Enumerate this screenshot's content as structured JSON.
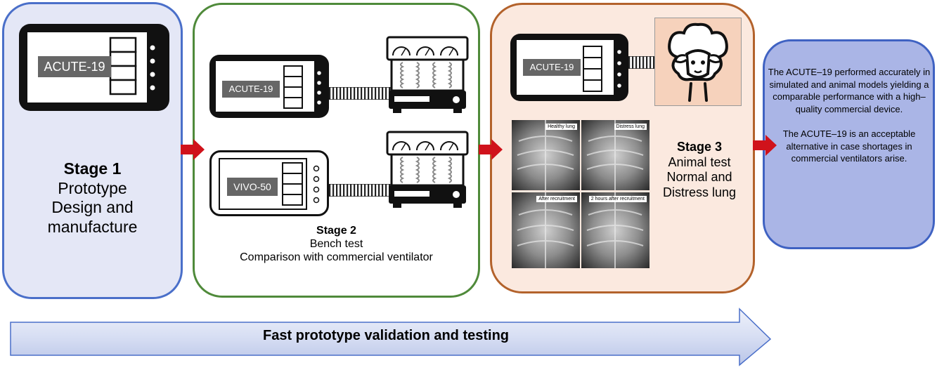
{
  "stage1": {
    "device_label": "ACUTE-19",
    "title": "Stage 1",
    "line1": "Prototype",
    "line2": "Design and",
    "line3": "manufacture"
  },
  "stage2": {
    "device_top_label": "ACUTE-19",
    "device_bottom_label": "VIVO-50",
    "title": "Stage 2",
    "line1": "Bench test",
    "line2": "Comparison with commercial ventilator"
  },
  "stage3": {
    "device_label": "ACUTE-19",
    "title": "Stage 3",
    "line1": "Animal test",
    "line2": "Normal and",
    "line3": "Distress lung",
    "xrays": [
      "Healthy lung",
      "Distress lung",
      "After recruitment",
      "2 hours after recruitment"
    ]
  },
  "conclusion": {
    "paragraph1": "The ACUTE–19 performed accurately in simulated and animal models yielding a comparable performance with a high–quality commercial device.",
    "paragraph2": "The ACUTE–19 is an acceptable alternative in case shortages in commercial ventilators arise."
  },
  "bottom_arrow": {
    "label": "Fast prototype validation and testing"
  },
  "colors": {
    "stage1_fill": "#e4e7f6",
    "stage1_border": "#4a6fc9",
    "stage2_border": "#4f8a3a",
    "stage3_fill": "#fbe9df",
    "stage3_border": "#b3622b",
    "conclusion_fill": "#aab5e6",
    "conclusion_border": "#3f62c2",
    "arrow_red": "#d0121b",
    "bottom_arrow_fill": "#d3dbf2"
  }
}
